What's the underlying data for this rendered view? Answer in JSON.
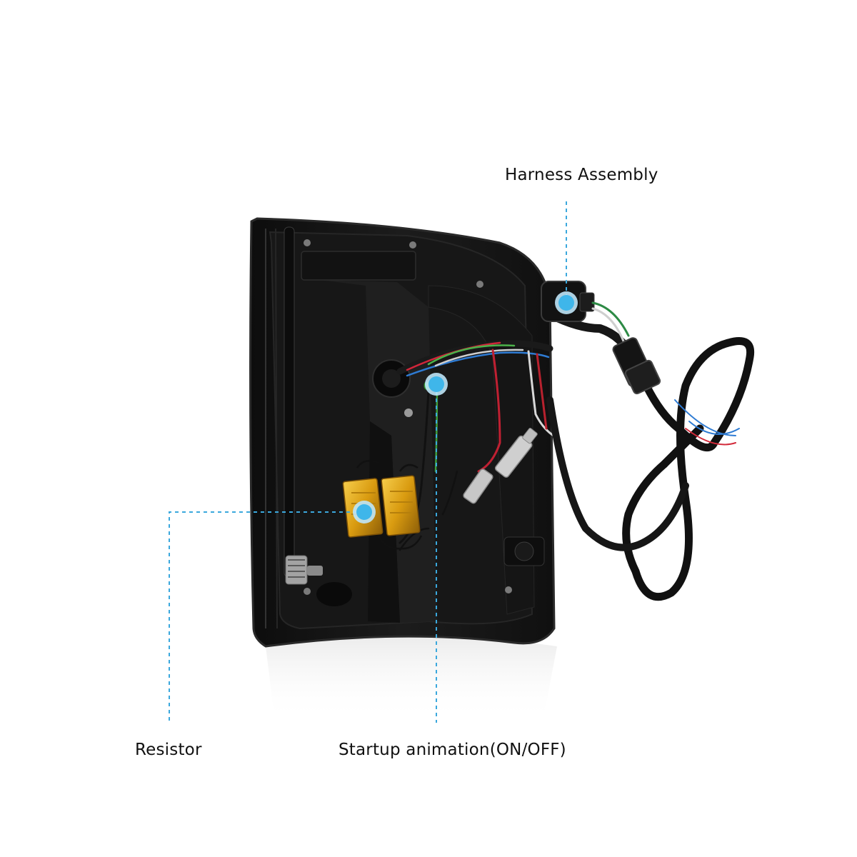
{
  "callouts": {
    "harness": "Harness Assembly",
    "resistor": "Resistor",
    "startup": "Startup animation(ON/OFF)"
  },
  "colors": {
    "marker": "#3fb6ea",
    "leader_line": "#3ba8dd",
    "lamp_body": "#141414",
    "resistor_gold": "#e2a713",
    "text": "#111111"
  },
  "icons": {
    "marker": "callout-dot-icon"
  }
}
